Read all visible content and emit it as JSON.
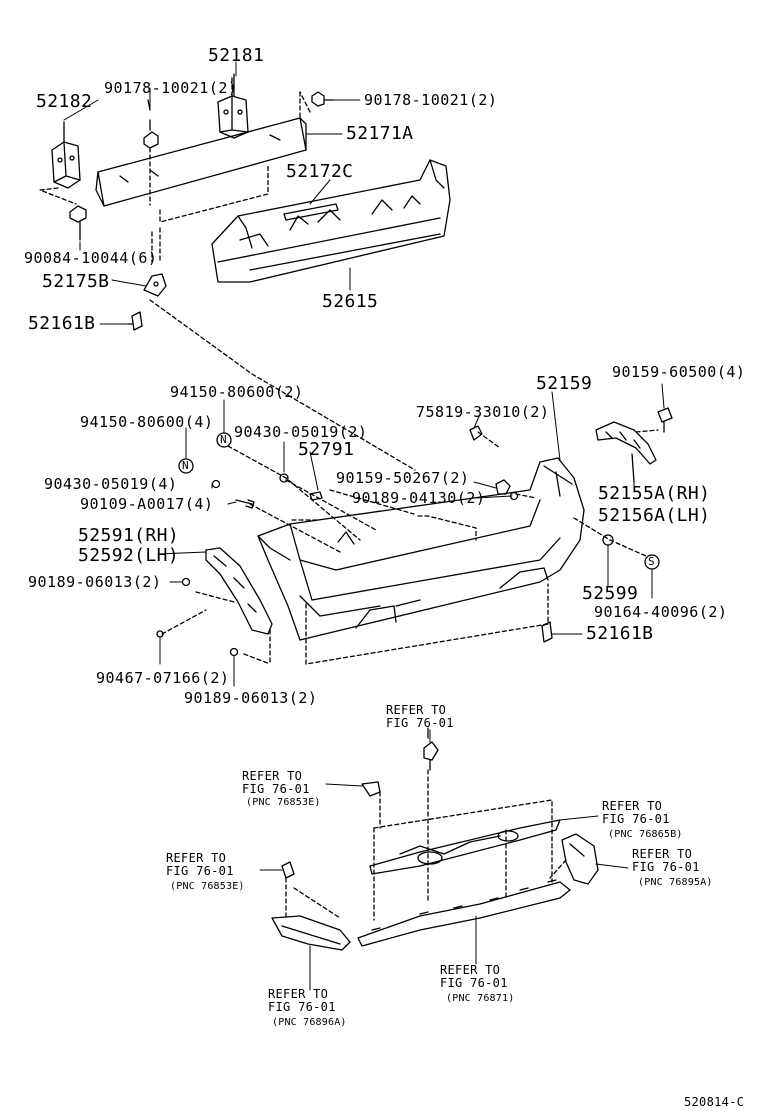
{
  "parts": {
    "p52181": "52181",
    "p90178a": "90178-10021(2)",
    "p52182": "52182",
    "p90178b": "90178-10021(2)",
    "p52171A": "52171A",
    "p52172C": "52172C",
    "p90084": "90084-10044(6)",
    "p52175B": "52175B",
    "p52615": "52615",
    "p52161B_top": "52161B",
    "p94150b": "94150-80600(2)",
    "p90159_60500": "90159-60500(4)",
    "p52159": "52159",
    "p94150a": "94150-80600(4)",
    "p90430b": "90430-05019(2)",
    "p75819": "75819-33010(2)",
    "p52791": "52791",
    "p90430a": "90430-05019(4)",
    "p90159_50267": "90159-50267(2)",
    "p90189_04130": "90189-04130(2)",
    "p90109": "90109-A0017(4)",
    "p52155A": "52155A(RH)",
    "p52156A": "52156A(LH)",
    "p52591": "52591(RH)",
    "p52592": "52592(LH)",
    "p90189_06013a": "90189-06013(2)",
    "p52599": "52599",
    "p90164": "90164-40096(2)",
    "p52161B_bot": "52161B",
    "p90467": "90467-07166(2)",
    "p90189_06013b": "90189-06013(2)"
  },
  "refs": {
    "r1_line1": "REFER TO",
    "r1_line2": "FIG 76-01",
    "r2_line1": "REFER TO",
    "r2_line2": "FIG 76-01",
    "r2_line3": "(PNC 76853E)",
    "r3_line1": "REFER TO",
    "r3_line2": "FIG 76-01",
    "r3_line3": "(PNC 76865B)",
    "r4_line1": "REFER TO",
    "r4_line2": "FIG 76-01",
    "r4_line3": "(PNC 76853E)",
    "r5_line1": "REFER TO",
    "r5_line2": "FIG 76-01",
    "r5_line3": "(PNC 76895A)",
    "r6_line1": "REFER TO",
    "r6_line2": "FIG 76-01",
    "r6_line3": "(PNC 76871)",
    "r7_line1": "REFER TO",
    "r7_line2": "FIG 76-01",
    "r7_line3": "(PNC 76896A)"
  },
  "markers": {
    "n_marker": "N",
    "s_marker": "S"
  },
  "figure_code": "520814-C"
}
